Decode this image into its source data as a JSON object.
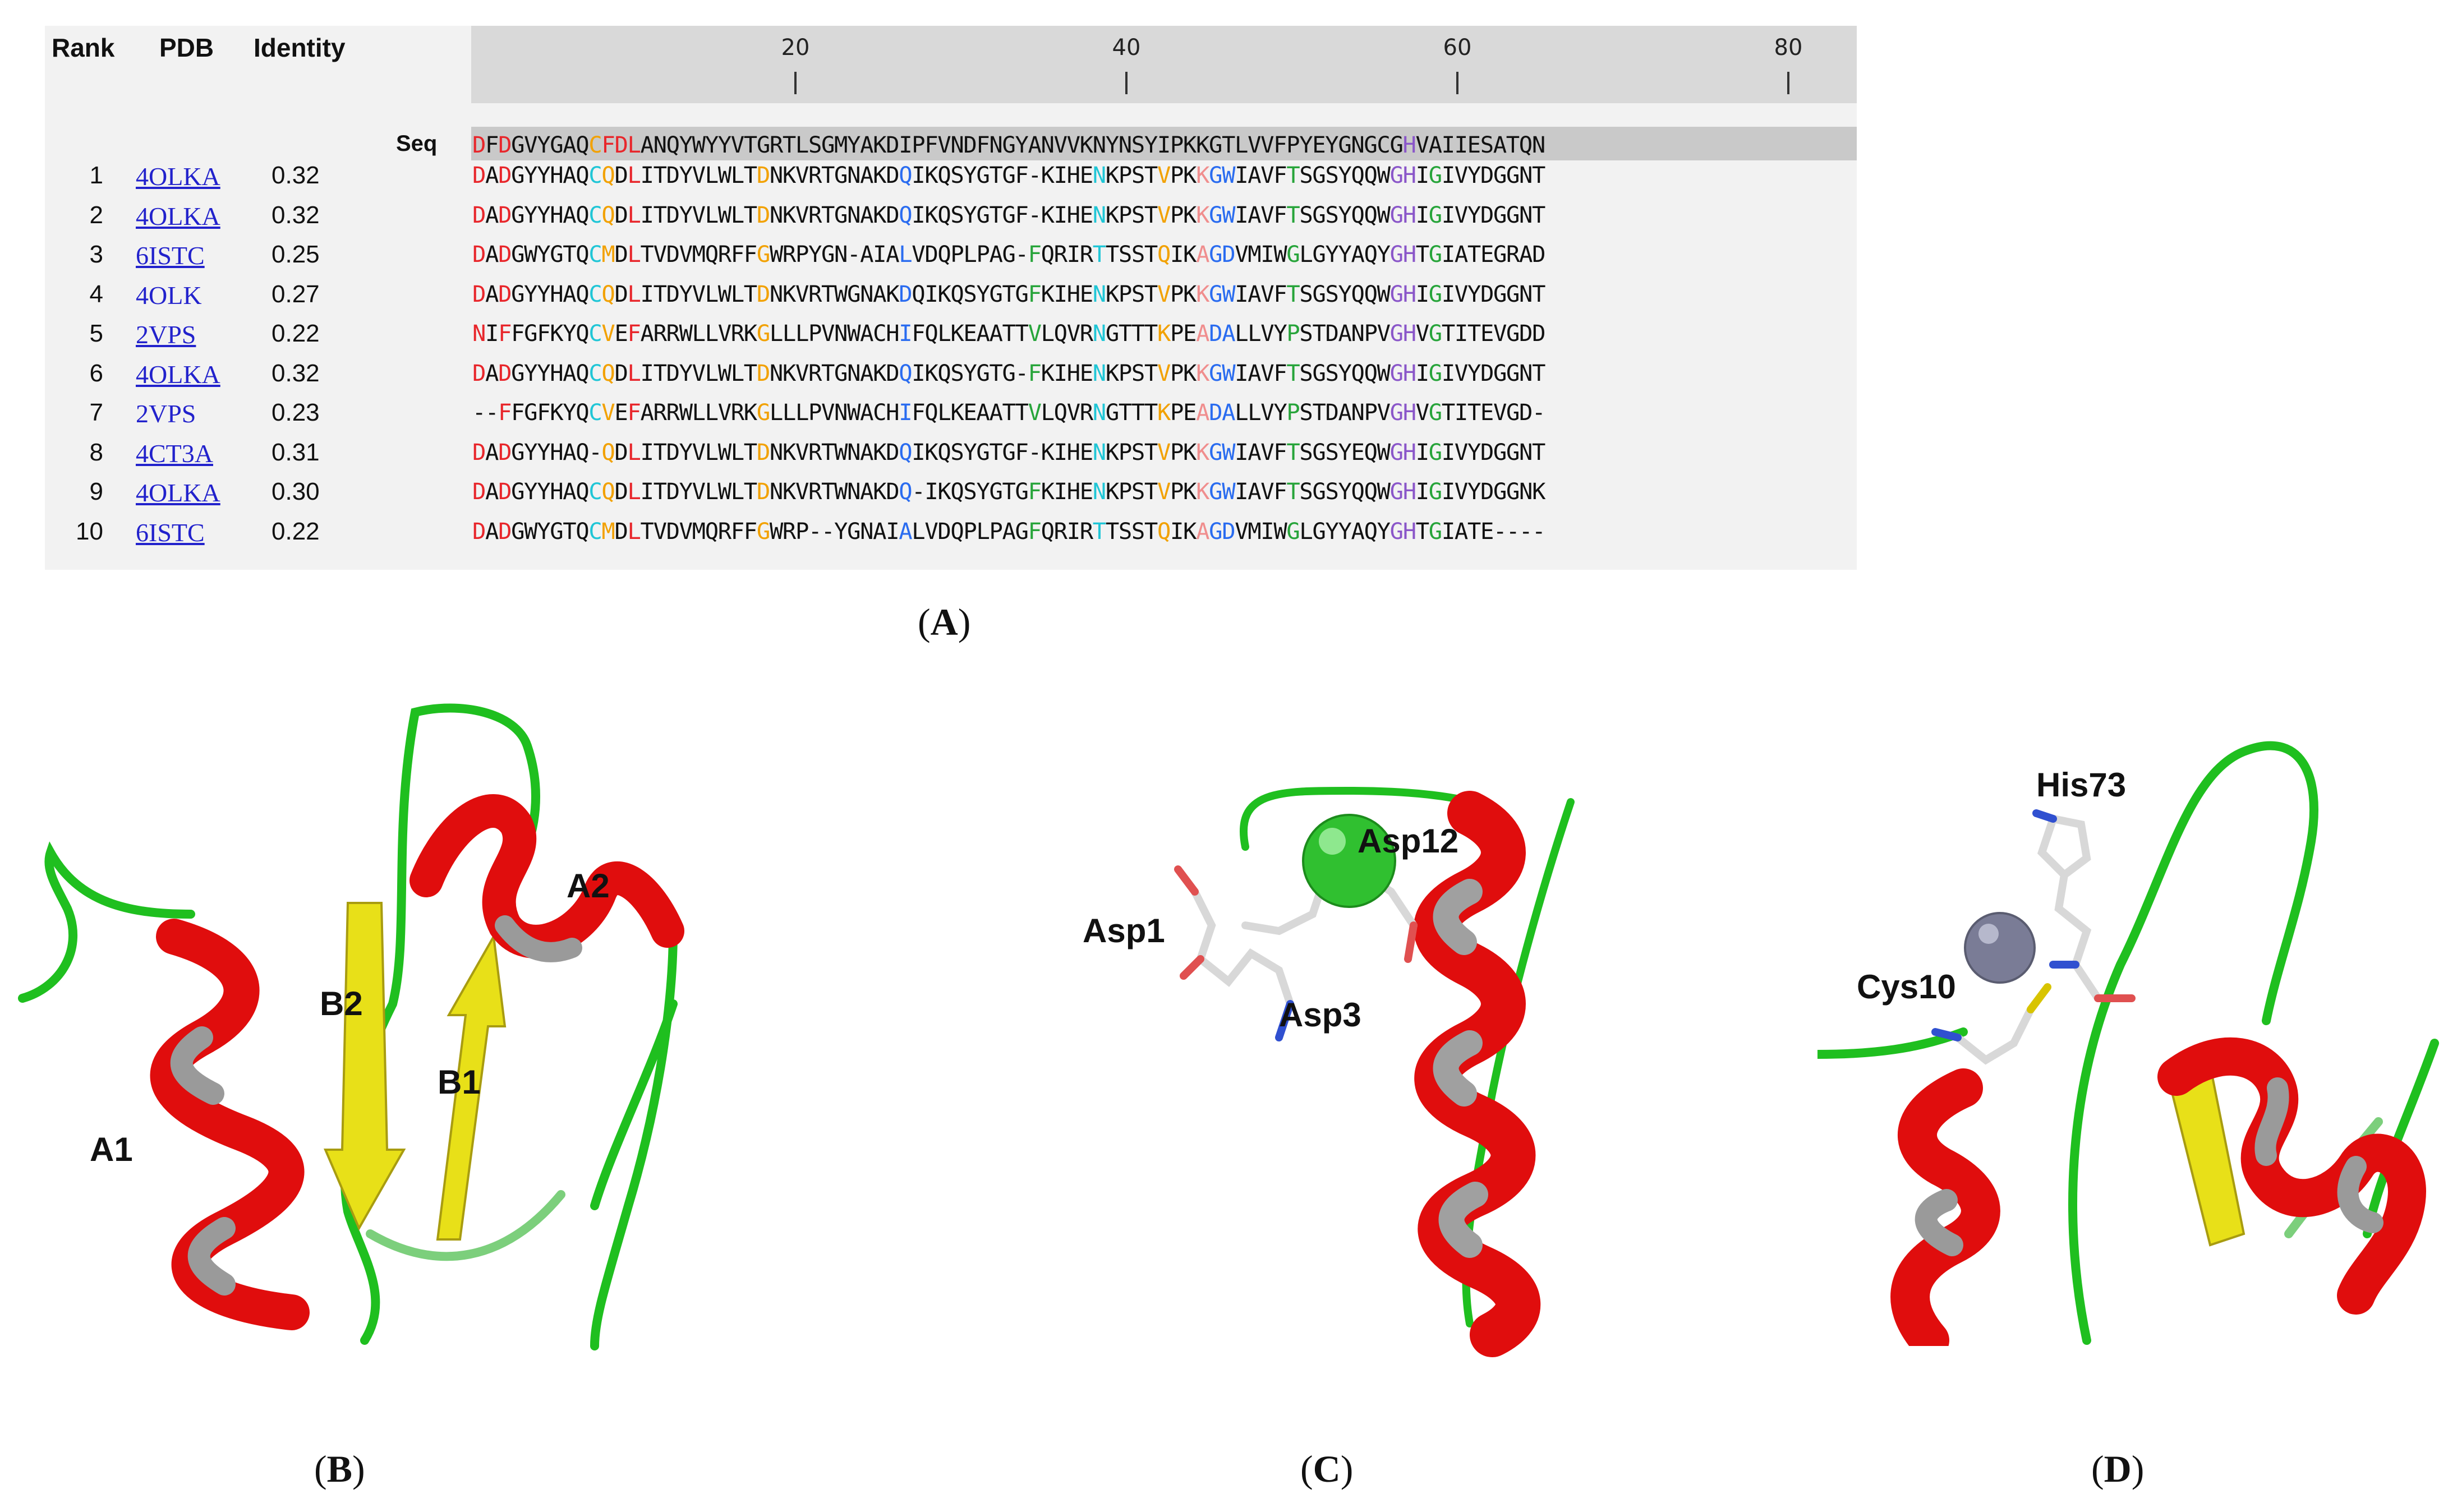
{
  "panel_a": {
    "headers": {
      "rank": "Rank",
      "pdb": "PDB",
      "identity": "Identity"
    },
    "ruler_ticks": [
      "20",
      "40",
      "60",
      "80"
    ],
    "seq_label": "Seq",
    "reference_sequence": "DFDGVYGAQCFDLANQYWYYVTGRTLSGMYAKDIPFVNDFNGYANVVKNYNSYIPKKGTLVVFPYEYGNGCGHVAIIESATQN",
    "rows": [
      {
        "rank": "1",
        "pdb": "4OLKA",
        "identity": "0.32",
        "sequence": "DADGYYHAQCQDLITDYVLWLTDNKVRTGNAKDQIKQSYGTGF-KIHENKPSTVPKKGWIAVFTSGSYQQWGHIGIVYDGGNT"
      },
      {
        "rank": "2",
        "pdb": "4OLKA",
        "identity": "0.32",
        "sequence": "DADGYYHAQCQDLITDYVLWLTDNKVRTGNAKDQIKQSYGTGF-KIHENKPSTVPKKGWIAVFTSGSYQQWGHIGIVYDGGNT"
      },
      {
        "rank": "3",
        "pdb": "6ISTC",
        "identity": "0.25",
        "sequence": "DADGWYGTQCMDLTVDVMQRFFGWRPYGN-AIALVDQPLPAG-FQRIRTTSSTQIKAGDVMIWGLGYYAQYGHTGIATEGRAD"
      },
      {
        "rank": "4",
        "pdb": "4OLK",
        "identity": "0.27",
        "sequence": "DADGYYHAQCQDLITDYVLWLTDNKVRTWGNAKDQIKQSYGTGFKIHENKPSTVPKKGWIAVFTSGSYQQWGHIGIVYDGGNT"
      },
      {
        "rank": "5",
        "pdb": "2VPS",
        "identity": "0.22",
        "sequence": "NIFFGFKYQCVEFARRWLLVRKGLLLPVNWACHIFQLKEAATTVLQVRNGTTTKPEADALLVYPSTDANPVGHVGTITEVGDD"
      },
      {
        "rank": "6",
        "pdb": "4OLKA",
        "identity": "0.32",
        "sequence": "DADGYYHAQCQDLITDYVLWLTDNKVRTGNAKDQIKQSYGTG-FKIHENKPSTVPKKGWIAVFTSGSYQQWGHIGIVYDGGNT"
      },
      {
        "rank": "7",
        "pdb": "2VPS",
        "identity": "0.23",
        "sequence": "--FFGFKYQCVEFARRWLLVRKGLLLPVNWACHIFQLKEAATTVLQVRNGTTTKPEADALLVYPSTDANPVGHVGTITEVGD-"
      },
      {
        "rank": "8",
        "pdb": "4CT3A",
        "identity": "0.31",
        "sequence": "DADGYYHAQ-QDLITDYVLWLTDNKVRTWNAKDQIKQSYGTGF-KIHENKPSTVPKKGWIAVFTSGSYEQWGHIGIVYDGGNT"
      },
      {
        "rank": "9",
        "pdb": "4OLKA",
        "identity": "0.30",
        "sequence": "DADGYYHAQCQDLITDYVLWLTDNKVRTWNAKDQ-IKQSYGTGFKIHENKPSTVPKKGWIAVFTSGSYQQWGHIGIVYDGGNK"
      },
      {
        "rank": "10",
        "pdb": "6ISTC",
        "identity": "0.22",
        "sequence": "DADGWYGTQCMDLTVDVMQRFFGWRP--YGNAIALVDQPLPAGFQRIRTTSSTQIKAGDVMIWGLGYYAQYGHTGIATE----"
      }
    ]
  },
  "captions": {
    "a": {
      "open": "(",
      "letter": "A",
      "close": ")"
    },
    "b": {
      "open": "(",
      "letter": "B",
      "close": ")"
    },
    "c": {
      "open": "(",
      "letter": "C",
      "close": ")"
    },
    "d": {
      "open": "(",
      "letter": "D",
      "close": ")"
    }
  },
  "panel_b": {
    "labels": {
      "a1": "A1",
      "a2": "A2",
      "b1": "B1",
      "b2": "B2"
    }
  },
  "panel_c": {
    "labels": {
      "asp1": "Asp1",
      "asp3": "Asp3",
      "asp12": "Asp12"
    }
  },
  "panel_d": {
    "labels": {
      "his73": "His73",
      "cys10": "Cys10"
    }
  },
  "colors": {
    "helix": "#e00d0d",
    "helix_inner": "#9a9a9a",
    "loop": "#1fbf1f",
    "strand": "#e8e018",
    "ion_c": "#30c030",
    "ion_d": "#7a7c96"
  }
}
